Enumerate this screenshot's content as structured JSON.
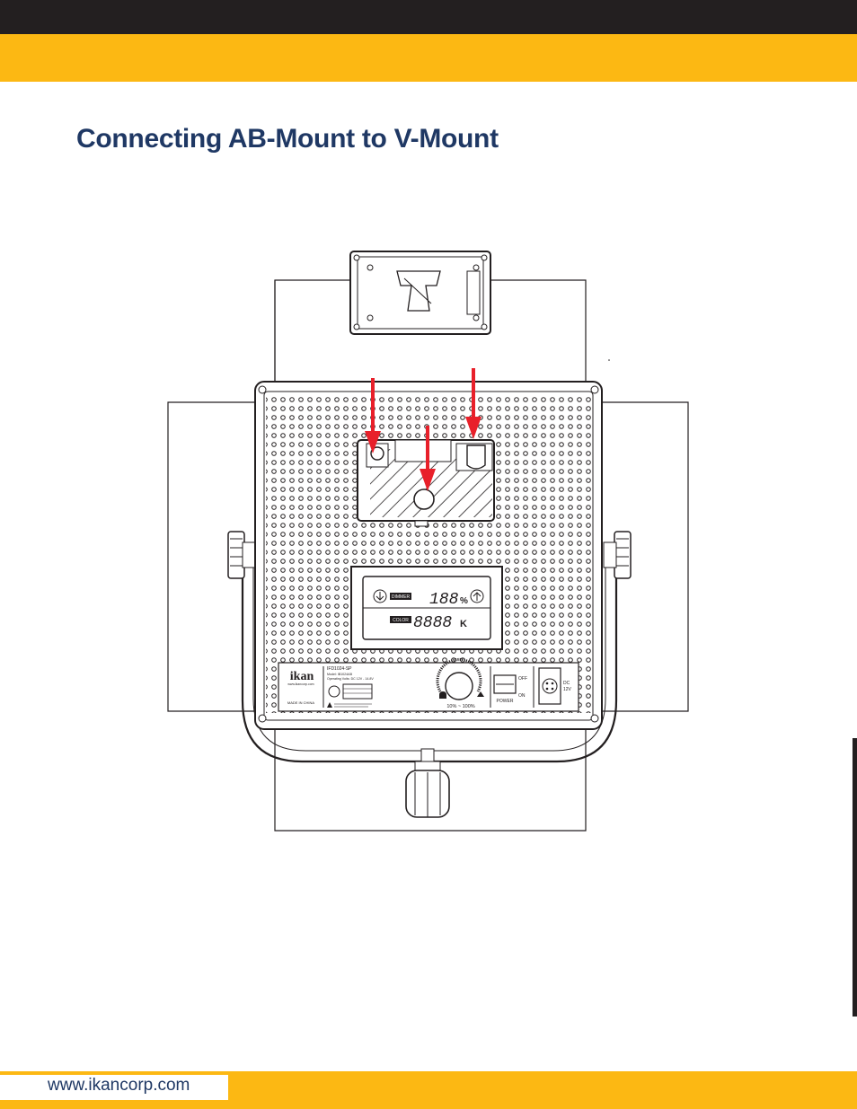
{
  "page": {
    "title": "Connecting AB-Mount to V-Mount",
    "footer_url": "www.ikancorp.com"
  },
  "diagram": {
    "brand_logo": "ikan",
    "brand_site": "www.ikancorp.com",
    "model_label": "IFD1024-SP",
    "model_line": "Model: IB1024AB",
    "voltage_line": "Operating Volts: DC 12V - 14.8V",
    "origin": "MADE IN CHINA",
    "dimmer_range": "10% ~ 100%",
    "switch_off": "OFF",
    "switch_on": "ON",
    "switch_label": "POWER",
    "dc_label": "DC",
    "dc_voltage": "12V",
    "display_top_value": "188",
    "display_top_unit": "%",
    "display_bottom_value": "8888",
    "display_bottom_unit": "K",
    "display_top_tag": "DIMMER",
    "display_bottom_tag": "COLOR"
  },
  "colors": {
    "header_dark": "#231f20",
    "accent_yellow": "#fcb813",
    "title_navy": "#1f3864",
    "arrow_red": "#e8202a"
  }
}
